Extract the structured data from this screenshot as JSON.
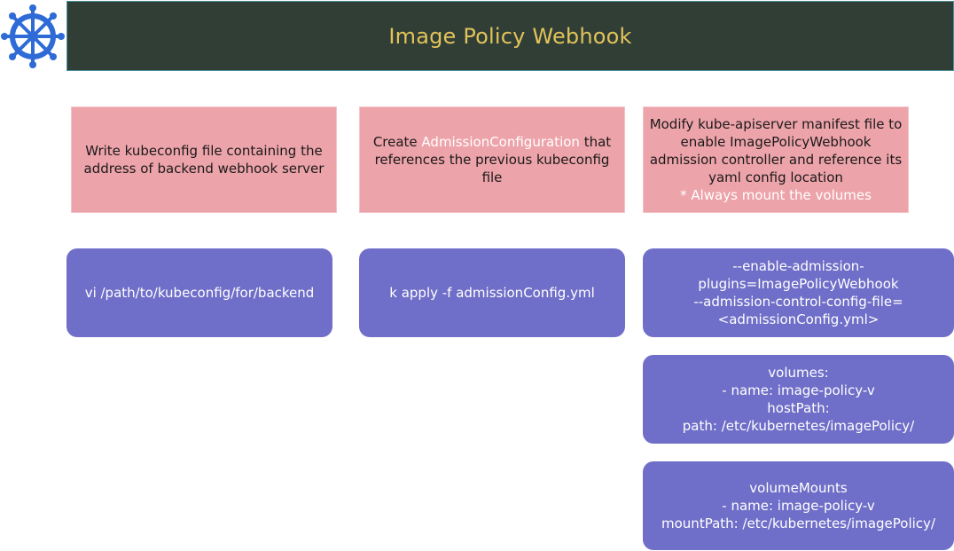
{
  "header": {
    "title": "Image Policy Webhook"
  },
  "logo": {
    "icon": "kubernetes-helm-icon",
    "color": "#2f6bd6"
  },
  "colors": {
    "header_bg": "#303e36",
    "title": "#e2c35a",
    "step_bg": "#eda3aa",
    "command_bg": "#6f6ec8"
  },
  "steps": [
    {
      "text": "Write kubeconfig file containing the address of backend webhook server"
    },
    {
      "prefix": "Create ",
      "highlight": "AdmissionConfiguration",
      "suffix": " that references the previous kubeconfig file"
    },
    {
      "text": "Modify kube-apiserver manifest file to enable ImagePolicyWebhook admission controller and reference its yaml config location",
      "note": "* Always mount the volumes"
    }
  ],
  "commands": [
    {
      "lines": [
        "vi /path/to/kubeconfig/for/backend"
      ]
    },
    {
      "lines": [
        "k apply -f admissionConfig.yml"
      ]
    },
    {
      "lines": [
        "--enable-admission-",
        "plugins=ImagePolicyWebhook",
        "--admission-control-config-file=",
        "<admissionConfig.yml>"
      ]
    },
    {
      "lines": [
        "volumes:",
        "- name: image-policy-v",
        "hostPath:",
        "path: /etc/kubernetes/imagePolicy/"
      ]
    },
    {
      "lines": [
        "volumeMounts",
        "- name: image-policy-v",
        "mountPath: /etc/kubernetes/imagePolicy/"
      ]
    }
  ]
}
